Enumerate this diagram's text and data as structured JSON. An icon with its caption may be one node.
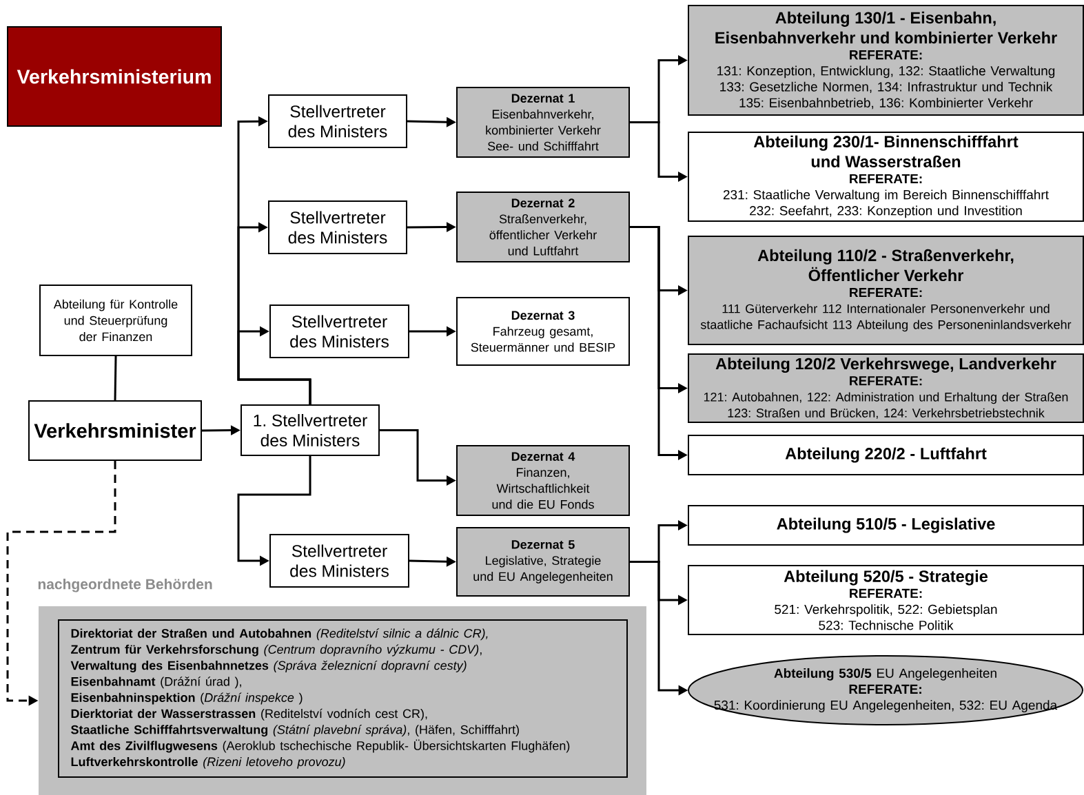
{
  "diagram": {
    "nodes": [
      {
        "text": [
          "Verkehrsministerium"
        ]
      },
      {
        "text": [
          "Stellvertreter des Ministers"
        ]
      },
      {
        "text": [
          "Dezernat 1",
          "Eisenbahnverkehr, kombinierter Verkehr See- und Schifffahrt"
        ]
      },
      {
        "text": [
          "Abteilung 130/1 - Eisenbahn, Eisenbahnverkehr und kombinierter Verkehr",
          "REFERATE:",
          "131: Konzeption, Entwicklung, 132: Staatliche Verwaltung 133: Gesetzliche Normen, 134: Infrastruktur und Technik 135: Eisenbahnbetrieb, 136: Kombinierter Verkehr"
        ]
      },
      {
        "text": [
          "Abteilung 230/1- Binnenschifffahrt und Wasserstraßen",
          "REFERATE:",
          "231: Staatliche Verwaltung im Bereich Binnenschifffahrt 232: Seefahrt, 233: Konzeption und Investition"
        ]
      },
      {
        "text": [
          "Stellvertreter des Ministers"
        ]
      },
      {
        "text": [
          "Dezernat 2",
          "Straßenverkehr, öffentlicher Verkehr und Luftfahrt"
        ]
      },
      {
        "text": [
          "Abteilung 110/2 - Straßenverkehr, Öffentlicher Verkehr",
          "REFERATE:",
          "111 Güterverkehr 112 Internationaler Personenverkehr und staatliche Fachaufsicht 113 Abteilung des Personeninlandsverkehr"
        ]
      },
      {
        "text": [
          "Abteilung 120/2 Verkehrswege, Landverkehr",
          "REFERATE:",
          "121: Autobahnen, 122: Administration und Erhaltung der Straßen 123: Straßen und Brücken, 124: Verkehrsbetriebstechnik"
        ]
      },
      {
        "text": [
          "Abteilung 220/2 - Luftfahrt"
        ]
      },
      {
        "text": [
          "Abteilung für Kontrolle und Steuerprüfung der Finanzen"
        ]
      },
      {
        "text": [
          "Stellvertreter des Ministers"
        ]
      },
      {
        "text": [
          "Dezernat 3",
          "Fahrzeug gesamt, Steuermänner und BESIP"
        ]
      },
      {
        "text": [
          "Verkehrsminister"
        ]
      },
      {
        "text": [
          "1.  Stellvertreter des Ministers"
        ]
      },
      {
        "text": [
          "Dezernat 4",
          "Finanzen, Wirtschaftlichkeit und die EU Fonds"
        ]
      },
      {
        "text": [
          "Abteilung 510/5 -  Legislative"
        ]
      },
      {
        "text": [
          "Stellvertreter des Ministers"
        ]
      },
      {
        "text": [
          "Dezernat 5",
          "Legislative, Strategie und EU Angelegenheiten"
        ]
      },
      {
        "text": [
          "Abteilung 520/5  - Strategie",
          "REFERATE:",
          "521: Verkehrspolitik, 522: Gebietsplan 523: Technische Politik"
        ]
      },
      {
        "text": [
          "**Abteilung 530/5** EU Angelegenheiten",
          "REFERATE:",
          "531: Koordinierung EU Angelegenheiten, 532: EU Agenda"
        ]
      },
      {
        "text": [
          "nachgeordnete Behörden"
        ]
      },
      {
        "text": [
          "**Direktoriat der Straßen und Autobahnen** *(Reditelství silnic a dálnic CR),*",
          "**Zentrum für Verkehrsforschung** *(Centrum dopravního výzkumu - CDV)*,",
          "**Verwaltung des Eisenbahnnetzes** *(Správa železnicní dopravní cesty)*",
          "**Eisenbahnamt** (Drážní úrad ),",
          "**Eisenbahninspektion** (*Drážní inspekce* )",
          "**Dierktoriat der Wasserstrassen** (Reditelství vodních cest CR),",
          "**Staatliche Schifffahrtsverwaltung** *(Státní plavební správa)*, (Häfen, Schifffahrt)",
          "**Amt des Zivilflugwesens** (Aeroklub tschechische Republik- Übersichtskarten Flughäfen)",
          "**Luftverkehrskontrolle** *(Rizeni letoveho provozu)*"
        ],
        "in": 21
      }
    ],
    "edges": [
      {
        "from": 13,
        "to": 14,
        "arrow": "to"
      },
      {
        "from": 10,
        "to": 13,
        "arrow": "none"
      },
      {
        "from": 14,
        "to": 1,
        "arrow": "to"
      },
      {
        "from": 14,
        "to": 5,
        "arrow": "to"
      },
      {
        "from": 14,
        "to": 11,
        "arrow": "to"
      },
      {
        "from": 14,
        "to": 17,
        "arrow": "to"
      },
      {
        "from": 14,
        "to": 15,
        "arrow": "to"
      },
      {
        "from": 1,
        "to": 2,
        "arrow": "to"
      },
      {
        "from": 5,
        "to": 6,
        "arrow": "to"
      },
      {
        "from": 11,
        "to": 12,
        "arrow": "to"
      },
      {
        "from": 17,
        "to": 18,
        "arrow": "to"
      },
      {
        "from": 2,
        "to": 3,
        "arrow": "to"
      },
      {
        "from": 2,
        "to": 4,
        "arrow": "to"
      },
      {
        "from": 6,
        "to": 7,
        "arrow": "to"
      },
      {
        "from": 6,
        "to": 8,
        "arrow": "to"
      },
      {
        "from": 6,
        "to": 9,
        "arrow": "to"
      },
      {
        "from": 18,
        "to": 16,
        "arrow": "to"
      },
      {
        "from": 18,
        "to": 19,
        "arrow": "to"
      },
      {
        "from": 18,
        "to": 20,
        "arrow": "to"
      },
      {
        "from": 13,
        "to": 21,
        "arrow": "to",
        "style": "dashed"
      }
    ]
  }
}
